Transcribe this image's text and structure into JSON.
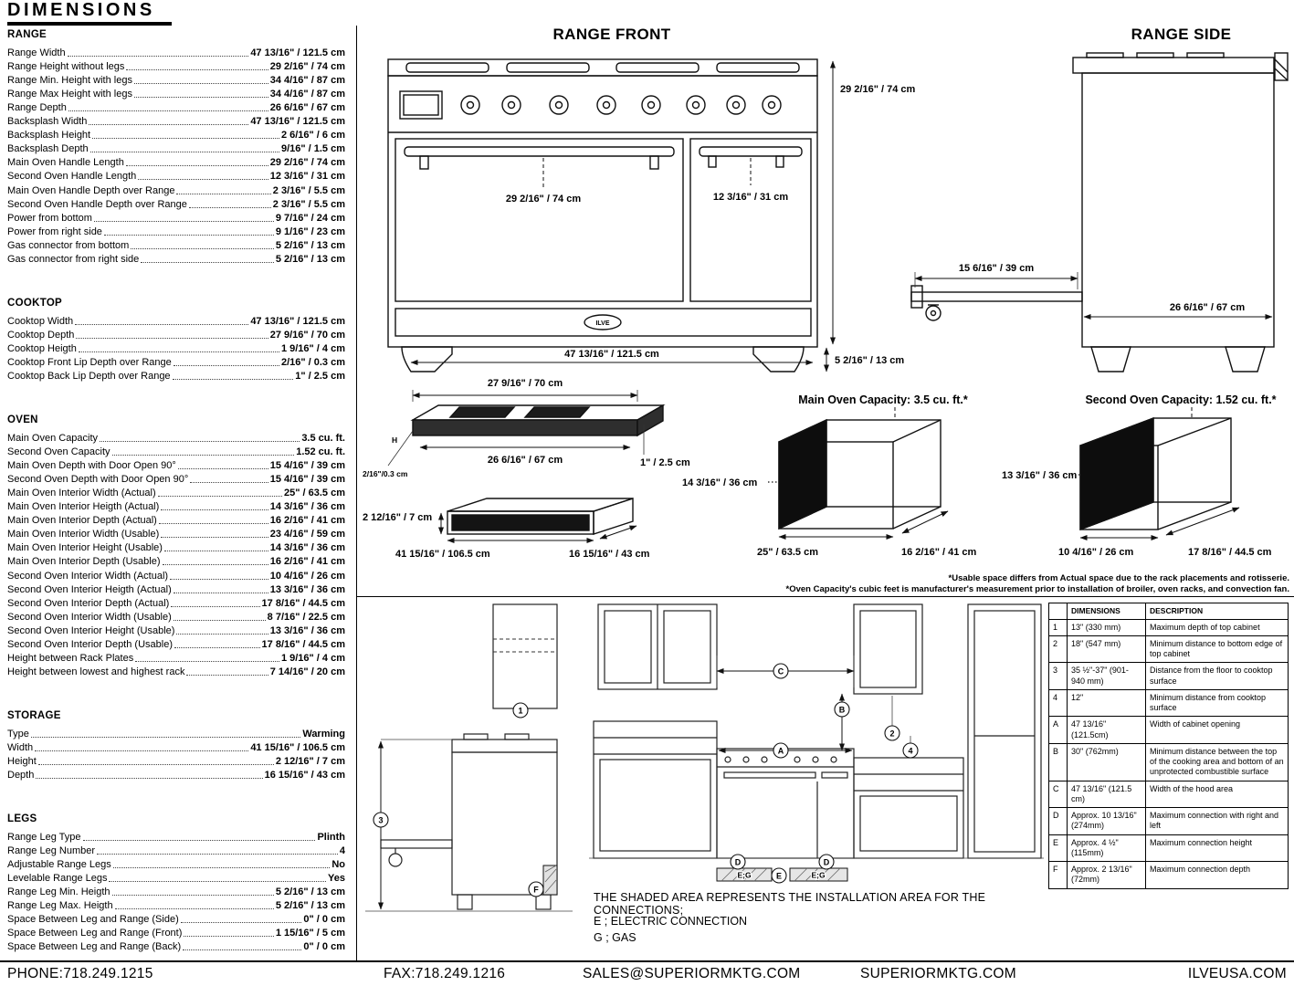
{
  "page_title": "DIMENSIONS",
  "spec_sections": [
    {
      "heading": "RANGE",
      "rows": [
        {
          "label": "Range Width",
          "value": "47 13/16\" / 121.5 cm"
        },
        {
          "label": "Range Height without legs",
          "value": "29 2/16\" / 74 cm"
        },
        {
          "label": "Range Min. Height with legs",
          "value": "34 4/16\" / 87 cm"
        },
        {
          "label": "Range Max Height with legs",
          "value": "34 4/16\" / 87 cm"
        },
        {
          "label": "Range Depth",
          "value": "26 6/16\" / 67 cm"
        },
        {
          "label": "Backsplash Width",
          "value": "47 13/16\" / 121.5 cm"
        },
        {
          "label": "Backsplash Height",
          "value": "2 6/16\" / 6 cm"
        },
        {
          "label": "Backsplash Depth",
          "value": "9/16\" / 1.5 cm"
        },
        {
          "label": "Main Oven Handle Length",
          "value": "29 2/16\" / 74 cm"
        },
        {
          "label": "Second Oven Handle Length",
          "value": "12 3/16\" / 31 cm"
        },
        {
          "label": "Main Oven Handle Depth over Range",
          "value": "2 3/16\" / 5.5 cm"
        },
        {
          "label": "Second Oven Handle Depth over Range",
          "value": "2 3/16\" / 5.5 cm"
        },
        {
          "label": "Power from bottom",
          "value": "9 7/16\" / 24 cm"
        },
        {
          "label": "Power from right side",
          "value": "9 1/16\" / 23 cm"
        },
        {
          "label": "Gas connector from bottom",
          "value": "5 2/16\" / 13 cm"
        },
        {
          "label": "Gas connector from right side",
          "value": "5 2/16\" / 13 cm"
        }
      ]
    },
    {
      "heading": "COOKTOP",
      "rows": [
        {
          "label": "Cooktop Width",
          "value": "47 13/16\" / 121.5 cm"
        },
        {
          "label": "Cooktop Depth",
          "value": "27 9/16\" / 70 cm"
        },
        {
          "label": "Cooktop Heigth",
          "value": "1 9/16\" / 4 cm"
        },
        {
          "label": "Cooktop Front Lip Depth over Range",
          "value": "2/16\" / 0.3 cm"
        },
        {
          "label": "Cooktop Back Lip Depth over Range",
          "value": "1\" / 2.5 cm"
        }
      ]
    },
    {
      "heading": "OVEN",
      "rows": [
        {
          "label": "Main Oven Capacity",
          "value": "3.5 cu. ft."
        },
        {
          "label": "Second Oven Capacity",
          "value": "1.52 cu. ft."
        },
        {
          "label": "Main Oven Depth with Door Open 90°",
          "value": "15 4/16\" / 39 cm"
        },
        {
          "label": "Second Oven Depth with Door Open 90°",
          "value": "15 4/16\" / 39 cm"
        },
        {
          "label": "Main Oven Interior Width (Actual)",
          "value": "25\" / 63.5 cm"
        },
        {
          "label": "Main Oven Interior Heigth (Actual)",
          "value": "14 3/16\" / 36 cm"
        },
        {
          "label": "Main Oven Interior Depth (Actual)",
          "value": "16 2/16\" / 41 cm"
        },
        {
          "label": "Main Oven Interior Width (Usable)",
          "value": "23 4/16\" / 59 cm"
        },
        {
          "label": "Main Oven Interior Height (Usable)",
          "value": "14 3/16\" / 36 cm"
        },
        {
          "label": "Main Oven Interior Depth (Usable)",
          "value": "16 2/16\" / 41 cm"
        },
        {
          "label": "Second Oven Interior Width (Actual)",
          "value": "10 4/16\" / 26 cm"
        },
        {
          "label": "Second Oven Interior Heigth (Actual)",
          "value": "13 3/16\" / 36 cm"
        },
        {
          "label": "Second Oven Interior Depth (Actual)",
          "value": "17 8/16\" / 44.5 cm"
        },
        {
          "label": "Second Oven Interior Width (Usable)",
          "value": "8 7/16\" / 22.5 cm"
        },
        {
          "label": "Second Oven Interior Height (Usable)",
          "value": "13 3/16\" / 36 cm"
        },
        {
          "label": "Second Oven Interior Depth (Usable)",
          "value": "17 8/16\" / 44.5 cm"
        },
        {
          "label": "Height between Rack Plates",
          "value": "1 9/16\" / 4 cm"
        },
        {
          "label": "Height between lowest and highest rack",
          "value": "7 14/16\" / 20 cm"
        }
      ]
    },
    {
      "heading": "STORAGE",
      "rows": [
        {
          "label": "Type",
          "value": "Warming"
        },
        {
          "label": "Width",
          "value": "41 15/16\" / 106.5 cm"
        },
        {
          "label": "Height",
          "value": "2 12/16\" / 7 cm"
        },
        {
          "label": "Depth",
          "value": "16 15/16\" / 43 cm"
        }
      ]
    },
    {
      "heading": "LEGS",
      "rows": [
        {
          "label": "Range Leg Type",
          "value": "Plinth"
        },
        {
          "label": "Range Leg Number",
          "value": "4"
        },
        {
          "label": "Adjustable Range Legs",
          "value": "No"
        },
        {
          "label": "Levelable Range Legs",
          "value": "Yes"
        },
        {
          "label": "Range Leg Min. Heigth",
          "value": "5 2/16\" / 13 cm"
        },
        {
          "label": "Range Leg Max. Heigth",
          "value": "5 2/16\" / 13 cm"
        },
        {
          "label": "Space Between Leg and Range (Side)",
          "value": "0\" / 0 cm"
        },
        {
          "label": "Space Between Leg and Range (Front)",
          "value": "1 15/16\" / 5 cm"
        },
        {
          "label": "Space Between Leg and Range (Back)",
          "value": "0\" / 0 cm"
        }
      ]
    }
  ],
  "range_front": {
    "title": "RANGE FRONT",
    "height_dim": "29 2/16\" / 74 cm",
    "main_handle_dim": "29 2/16\" / 74 cm",
    "second_handle_dim": "12 3/16\" / 31 cm",
    "width_dim": "47 13/16\" / 121.5 cm",
    "leg_dim": "5 2/16\" / 13 cm",
    "logo": "ILVE"
  },
  "range_side": {
    "title": "RANGE SIDE",
    "door_open_dim": "15 6/16\" / 39 cm",
    "depth_dim": "26 6/16\" / 67 cm"
  },
  "cooktop_drawing": {
    "width_dim": "27 9/16\" / 70 cm",
    "inner_dim": "26 6/16\" / 67 cm",
    "back_lip_dim": "1\" / 2.5 cm",
    "front_lip_dim": "2/16\"/0.3 cm",
    "h_label": "H"
  },
  "storage_drawing": {
    "height_dim": "2 12/16\" / 7 cm",
    "width_dim": "41 15/16\" / 106.5 cm",
    "depth_dim": "16 15/16\" / 43 cm"
  },
  "main_oven_drawing": {
    "title": "Main Oven Capacity: 3.5 cu. ft.*",
    "height_dim": "14 3/16\" / 36 cm",
    "width_dim": "25\" / 63.5 cm",
    "depth_dim": "16 2/16\" / 41 cm"
  },
  "second_oven_drawing": {
    "title": "Second Oven Capacity: 1.52 cu. ft.*",
    "height_dim": "13 3/16\" / 36 cm",
    "width_dim": "10 4/16\" / 26 cm",
    "depth_dim": "17 8/16\" / 44.5 cm"
  },
  "footnotes": [
    "*Usable space differs from Actual space due to the rack placements and rotisserie.",
    "*Oven Capacity's cubic feet is manufacturer's measurement prior to installation of broiler, oven racks, and convection fan."
  ],
  "installation": {
    "circles": {
      "c1": "1",
      "c2": "2",
      "c3": "3",
      "c4": "4",
      "cA": "A",
      "cB": "B",
      "cC": "C",
      "cD": "D",
      "cE": "E",
      "cF": "F"
    },
    "shaded_label": "E;G",
    "note": "THE SHADED AREA REPRESENTS THE INSTALLATION AREA FOR THE CONNECTIONS;",
    "legend": [
      "E ; ELECTRIC CONNECTION",
      "G ; GAS"
    ]
  },
  "install_table": {
    "headers": [
      "",
      "DIMENSIONS",
      "DESCRIPTION"
    ],
    "rows": [
      {
        "key": "1",
        "dimension": "13\" (330 mm)",
        "description": "Maximum depth of top cabinet"
      },
      {
        "key": "2",
        "dimension": "18\" (547 mm)",
        "description": "Minimum distance to bottom edge of top cabinet"
      },
      {
        "key": "3",
        "dimension": "35 ½\"-37\" (901-940 mm)",
        "description": "Distance from the floor to cooktop surface"
      },
      {
        "key": "4",
        "dimension": "12\"",
        "description": "Minimum distance from cooktop surface"
      },
      {
        "key": "A",
        "dimension": "47 13/16\" (121.5cm)",
        "description": "Width of cabinet opening"
      },
      {
        "key": "B",
        "dimension": "30\" (762mm)",
        "description": "Minimum distance between the top of the cooking area and bottom of an unprotected combustible surface"
      },
      {
        "key": "C",
        "dimension": "47 13/16\" (121.5 cm)",
        "description": "Width of the hood area"
      },
      {
        "key": "D",
        "dimension": "Approx. 10 13/16\" (274mm)",
        "description": "Maximum connection with right and left"
      },
      {
        "key": "E",
        "dimension": "Approx. 4 ½\" (115mm)",
        "description": "Maximum connection height"
      },
      {
        "key": "F",
        "dimension": "Approx. 2 13/16\" (72mm)",
        "description": "Maximum connection depth"
      }
    ]
  },
  "footer": {
    "phone": "PHONE:718.249.1215",
    "fax": "FAX:718.249.1216",
    "email": "SALES@SUPERIORMKTG.COM",
    "site1": "SUPERIORMKTG.COM",
    "site2": "ILVEUSA.COM"
  }
}
